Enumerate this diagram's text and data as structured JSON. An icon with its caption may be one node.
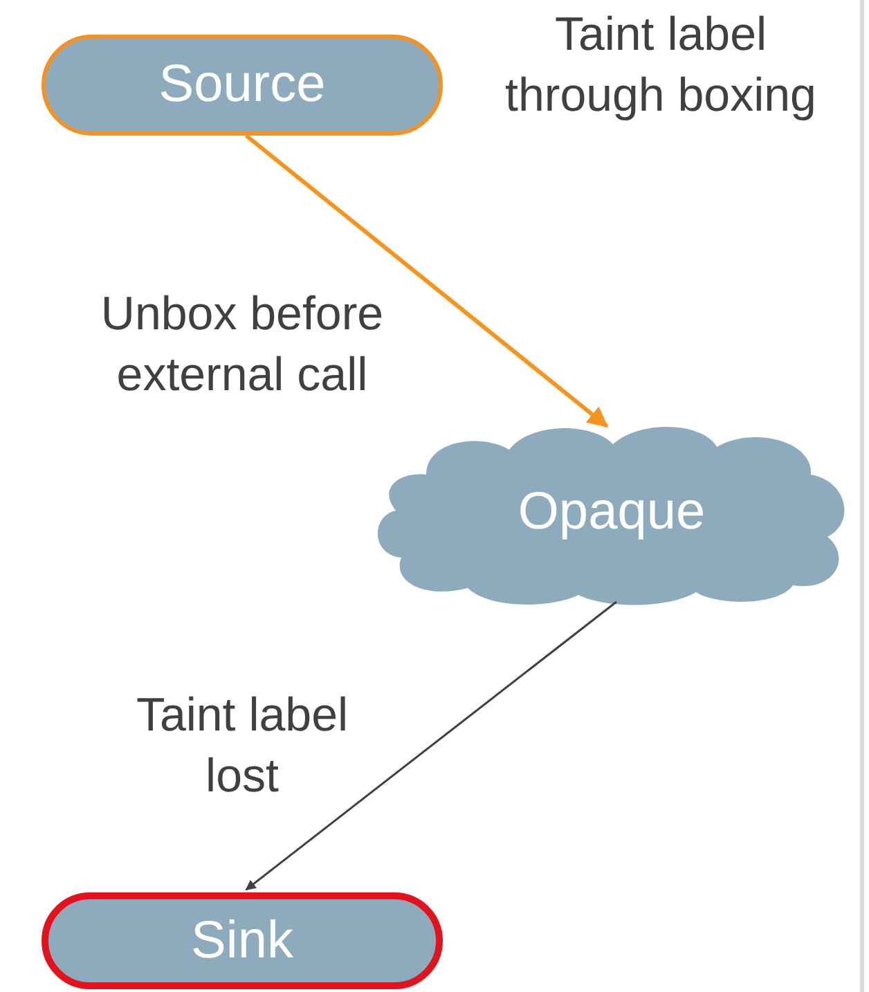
{
  "diagram": {
    "nodes": [
      {
        "text": [
          "Source"
        ]
      },
      {
        "text": [
          "Opaque"
        ]
      },
      {
        "text": [
          "Sink"
        ]
      }
    ],
    "edges": [
      {
        "from": 0,
        "to": 1,
        "arrow": "to",
        "label": "Unbox before external call",
        "color": "#f7941d",
        "style": "thick"
      },
      {
        "from": 1,
        "to": 2,
        "arrow": "to",
        "label": "Taint label lost",
        "color": "#404040"
      }
    ],
    "labels": [
      "Taint label through boxing"
    ]
  }
}
